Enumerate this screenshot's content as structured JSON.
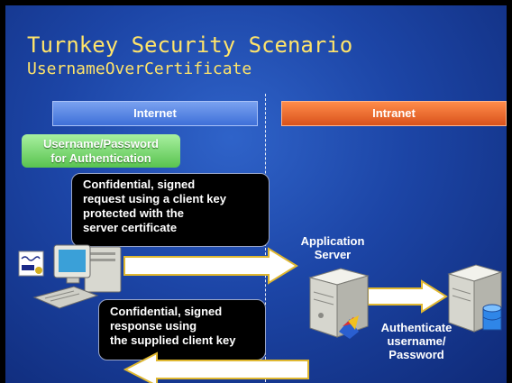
{
  "slide": {
    "title": "Turnkey Security Scenario",
    "subtitle": "UsernameOverCertificate"
  },
  "zones": {
    "internet": "Internet",
    "intranet": "Intranet"
  },
  "labels": {
    "auth_box_line1": "Username/Password",
    "auth_box_line2": "for Authentication",
    "request_line1": "Confidential, signed",
    "request_line2": "request using a client key",
    "request_line3": "protected with the",
    "request_line4": "server certificate",
    "response_line1": "Confidential, signed",
    "response_line2": "response using",
    "response_line3": "the supplied client key",
    "app_server_line1": "Application",
    "app_server_line2": "Server",
    "authenticate_line1": "Authenticate",
    "authenticate_line2": "username/",
    "authenticate_line3": "Password"
  },
  "colors": {
    "title": "#ffe46a",
    "background": "#1c45a6",
    "internet_header": "#5b86e6",
    "intranet_header": "#f06a2e",
    "auth_box": "#7ed873",
    "arrow_fill": "#ffffff",
    "arrow_outline": "#e0b830"
  },
  "icons": [
    "client-computer-icon",
    "signature-card-icon",
    "application-server-icon",
    "database-server-icon"
  ]
}
